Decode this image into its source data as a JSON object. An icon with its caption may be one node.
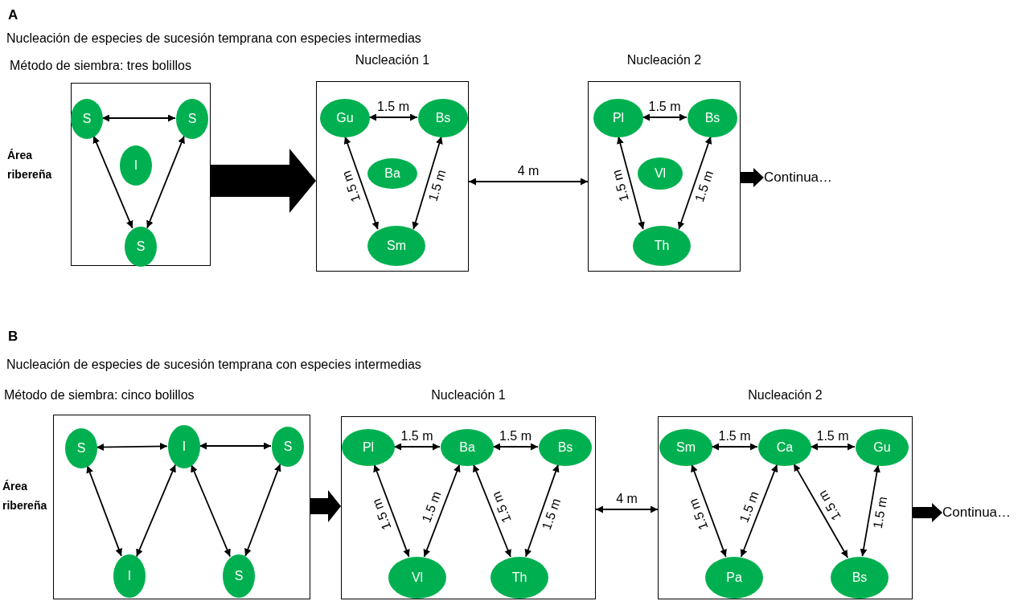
{
  "diagram": {
    "nodes": [
      {
        "text": [],
        "shape": "box",
        "beside": [
          "Área ribereña"
        ]
      },
      {
        "text": [
          "S"
        ],
        "in": 0
      },
      {
        "text": [
          "S"
        ],
        "in": 0
      },
      {
        "text": [
          "I"
        ],
        "in": 0
      },
      {
        "text": [
          "S"
        ],
        "in": 0
      },
      {
        "text": [
          "Nucleación 1"
        ]
      },
      {
        "text": [
          "Gu"
        ],
        "in": 5
      },
      {
        "text": [
          "Bs"
        ],
        "in": 5
      },
      {
        "text": [
          "Ba"
        ],
        "in": 5
      },
      {
        "text": [
          "Sm"
        ],
        "in": 5
      },
      {
        "text": [
          "Nucleación 2"
        ]
      },
      {
        "text": [
          "Pl"
        ],
        "in": 10
      },
      {
        "text": [
          "Bs"
        ],
        "in": 10
      },
      {
        "text": [
          "Vl"
        ],
        "in": 10
      },
      {
        "text": [
          "Th"
        ],
        "in": 10
      },
      {
        "text": [
          "Continua…"
        ]
      },
      {
        "text": [],
        "shape": "box",
        "beside": [
          "Área ribereña"
        ]
      },
      {
        "text": [
          "S"
        ],
        "in": 16
      },
      {
        "text": [
          "I"
        ],
        "in": 16
      },
      {
        "text": [
          "S"
        ],
        "in": 16
      },
      {
        "text": [
          "I"
        ],
        "in": 16
      },
      {
        "text": [
          "S"
        ],
        "in": 16
      },
      {
        "text": [
          "Nucleación 1"
        ]
      },
      {
        "text": [
          "Pl"
        ],
        "in": 22
      },
      {
        "text": [
          "Ba"
        ],
        "in": 22
      },
      {
        "text": [
          "Bs"
        ],
        "in": 22
      },
      {
        "text": [
          "Vl"
        ],
        "in": 22
      },
      {
        "text": [
          "Th"
        ],
        "in": 22
      },
      {
        "text": [
          "Nucleación 2"
        ]
      },
      {
        "text": [
          "Sm"
        ],
        "in": 28
      },
      {
        "text": [
          "Ca"
        ],
        "in": 28
      },
      {
        "text": [
          "Gu"
        ],
        "in": 28
      },
      {
        "text": [
          "Pa"
        ],
        "in": 28
      },
      {
        "text": [
          "Bs"
        ],
        "in": 28
      },
      {
        "text": [
          "Continua…"
        ]
      }
    ],
    "edges": [
      {
        "from": 0,
        "to": 5,
        "arrow": "to",
        "style": "thick"
      },
      {
        "from": 1,
        "to": 2,
        "arrow": "both"
      },
      {
        "from": 1,
        "to": 4,
        "arrow": "both"
      },
      {
        "from": 2,
        "to": 4,
        "arrow": "both"
      },
      {
        "from": 6,
        "to": 7,
        "arrow": "both",
        "label": "1.5 m"
      },
      {
        "from": 6,
        "to": 9,
        "arrow": "both",
        "label": "1.5 m"
      },
      {
        "from": 7,
        "to": 9,
        "arrow": "both",
        "label": "1.5 m"
      },
      {
        "from": 5,
        "to": 10,
        "arrow": "both",
        "label": "4 m"
      },
      {
        "from": 11,
        "to": 12,
        "arrow": "both",
        "label": "1.5 m"
      },
      {
        "from": 11,
        "to": 14,
        "arrow": "both",
        "label": "1.5 m"
      },
      {
        "from": 12,
        "to": 14,
        "arrow": "both",
        "label": "1.5 m"
      },
      {
        "from": 10,
        "to": 15,
        "arrow": "to",
        "style": "thick"
      },
      {
        "from": 17,
        "to": 18,
        "arrow": "both"
      },
      {
        "from": 18,
        "to": 19,
        "arrow": "both"
      },
      {
        "from": 17,
        "to": 20,
        "arrow": "both"
      },
      {
        "from": 20,
        "to": 18,
        "arrow": "both"
      },
      {
        "from": 18,
        "to": 21,
        "arrow": "both"
      },
      {
        "from": 21,
        "to": 19,
        "arrow": "both"
      },
      {
        "from": 16,
        "to": 22,
        "arrow": "to",
        "style": "thick"
      },
      {
        "from": 23,
        "to": 24,
        "arrow": "both",
        "label": "1.5 m"
      },
      {
        "from": 24,
        "to": 25,
        "arrow": "both",
        "label": "1.5 m"
      },
      {
        "from": 23,
        "to": 26,
        "arrow": "both",
        "label": "1.5 m"
      },
      {
        "from": 26,
        "to": 24,
        "arrow": "both",
        "label": "1.5 m"
      },
      {
        "from": 24,
        "to": 27,
        "arrow": "both",
        "label": "1.5 m"
      },
      {
        "from": 27,
        "to": 25,
        "arrow": "both",
        "label": "1.5 m"
      },
      {
        "from": 22,
        "to": 28,
        "arrow": "both",
        "label": "4 m"
      },
      {
        "from": 29,
        "to": 30,
        "arrow": "both",
        "label": "1.5 m"
      },
      {
        "from": 30,
        "to": 31,
        "arrow": "both",
        "label": "1.5 m"
      },
      {
        "from": 29,
        "to": 32,
        "arrow": "both",
        "label": "1.5 m"
      },
      {
        "from": 32,
        "to": 30,
        "arrow": "both",
        "label": "1.5 m"
      },
      {
        "from": 30,
        "to": 33,
        "arrow": "both",
        "label": "1.5 m"
      },
      {
        "from": 33,
        "to": 31,
        "arrow": "both",
        "label": "1.5 m"
      },
      {
        "from": 28,
        "to": 34,
        "arrow": "to",
        "style": "thick"
      }
    ],
    "labels": [
      "A",
      "Nucleación de especies de sucesión temprana con especies intermedias",
      "Método de siembra: tres bolillos",
      "B",
      "Nucleación de especies de sucesión temprana con especies intermedias",
      "Método de siembra: cinco bolillos"
    ]
  }
}
